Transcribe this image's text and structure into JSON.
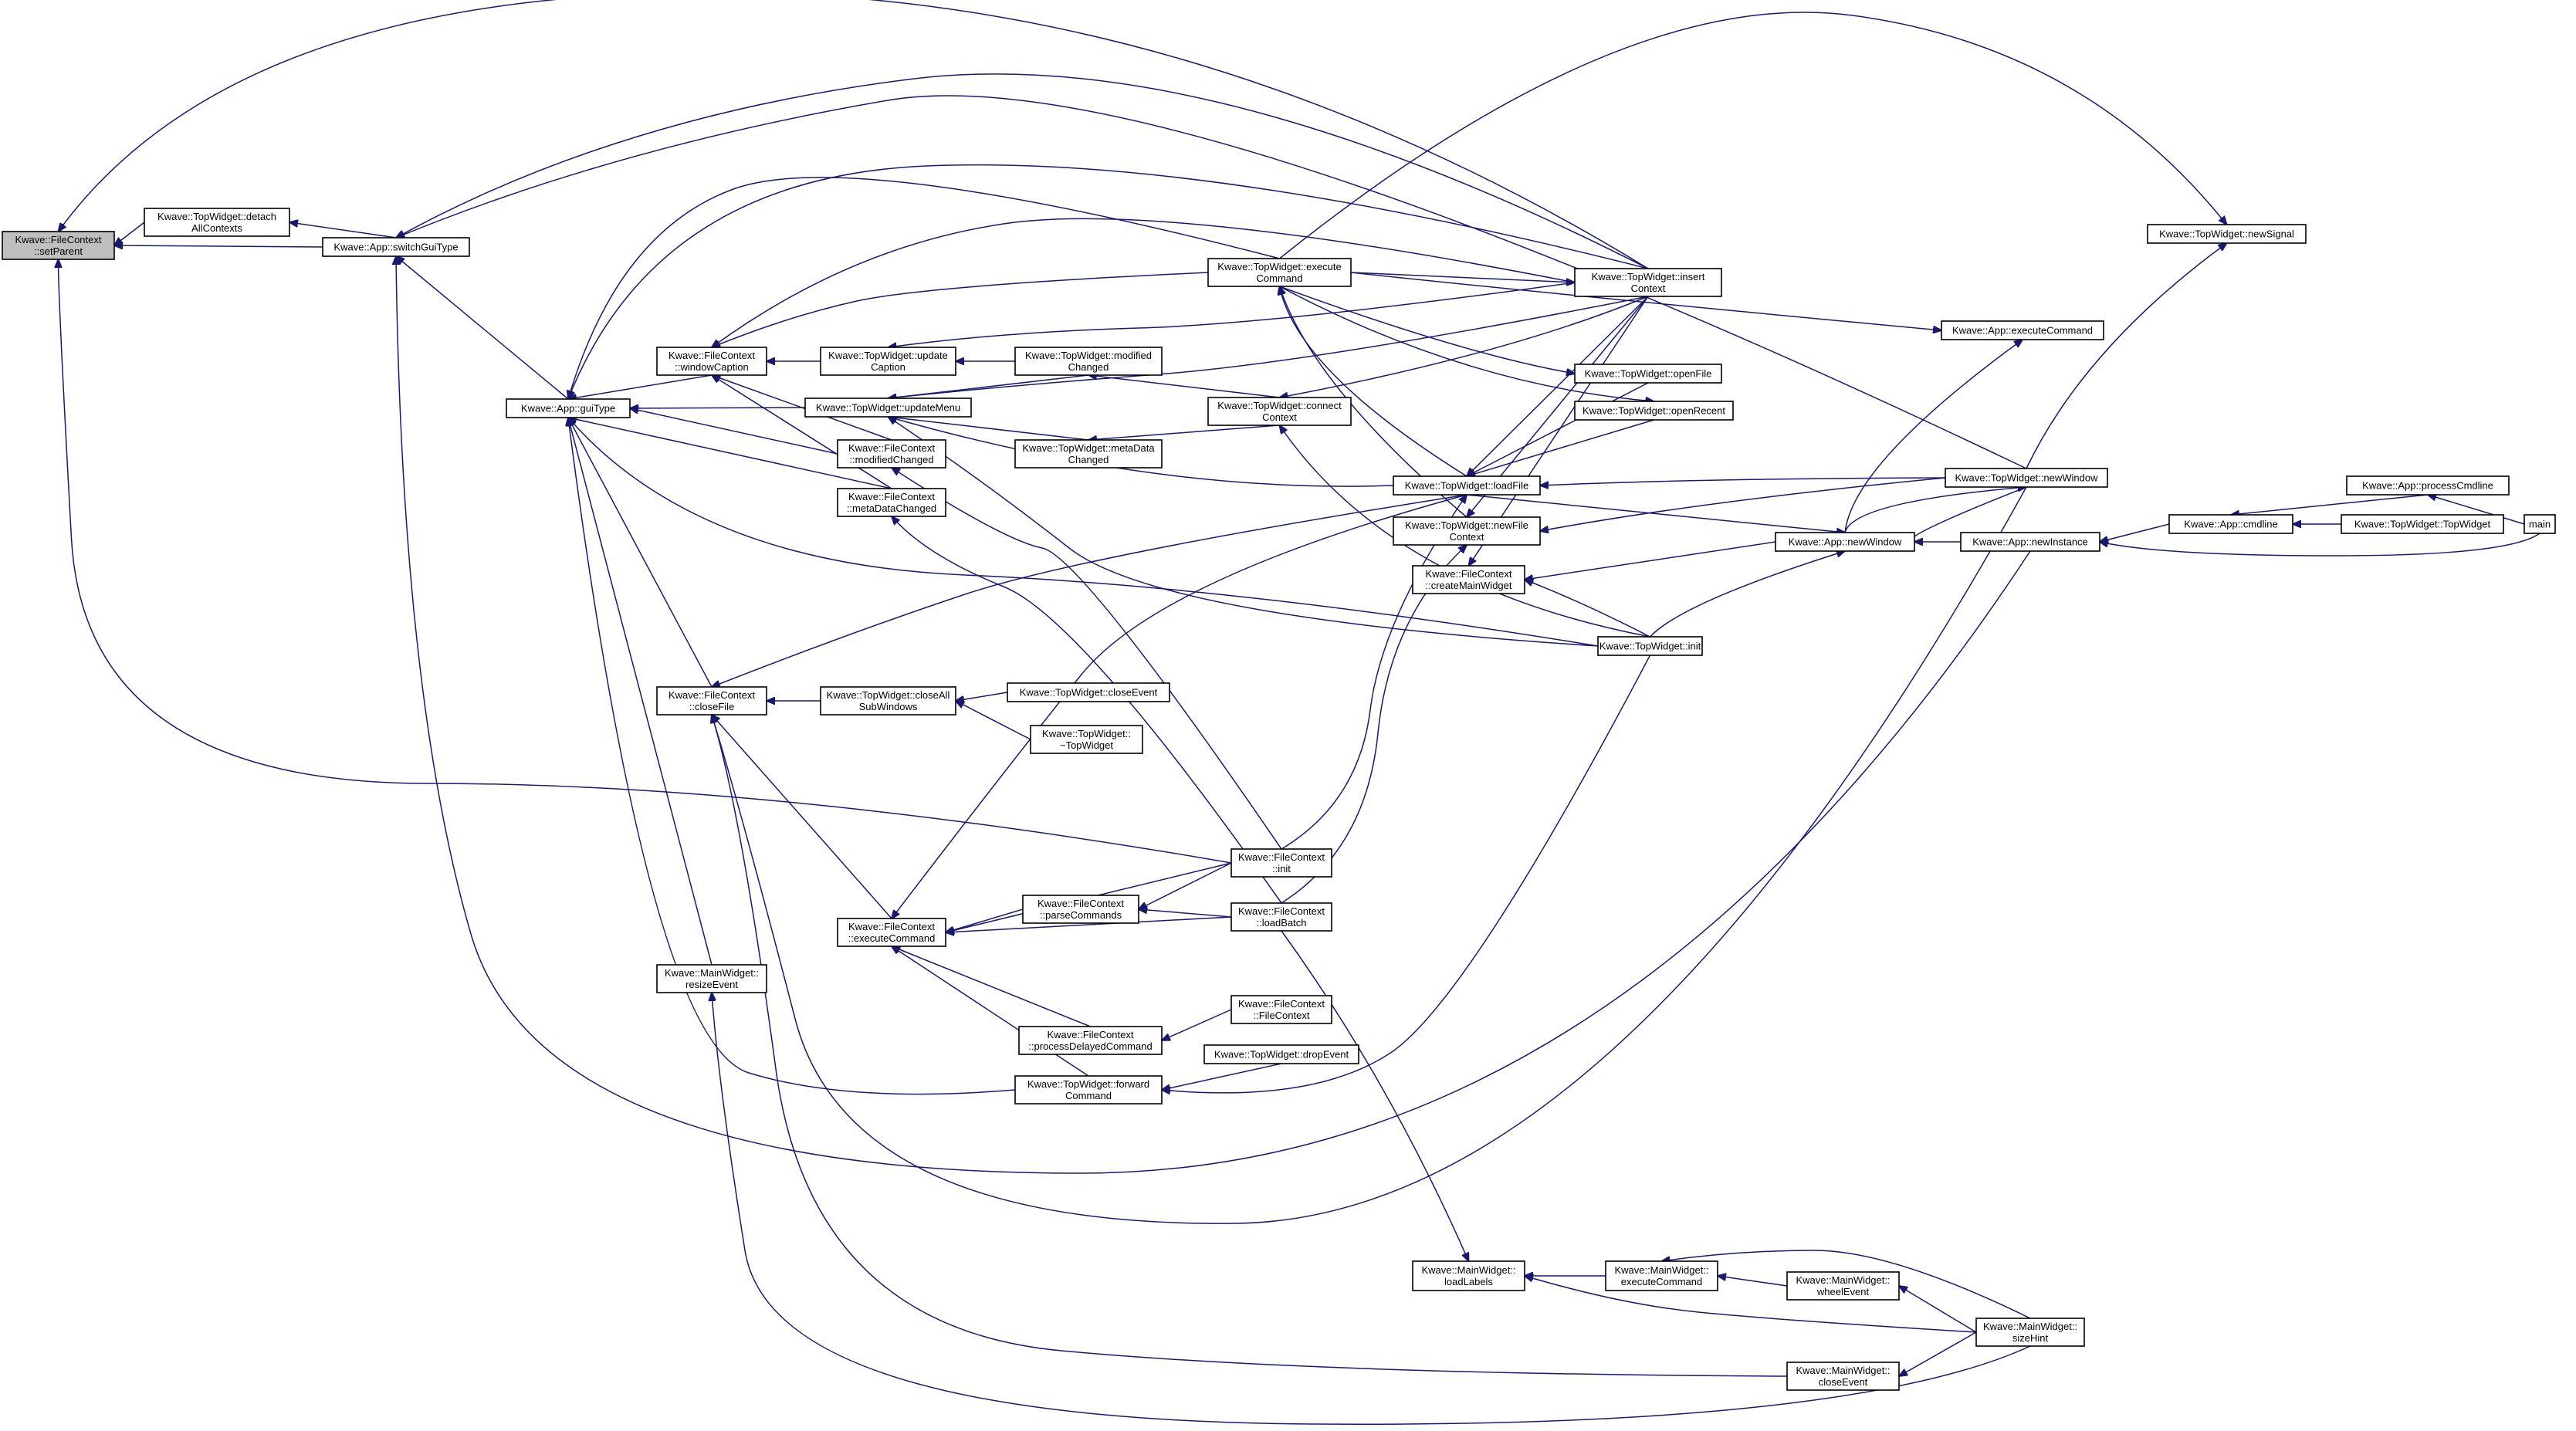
{
  "diagram": {
    "colors": {
      "edge": "#191970",
      "node_fill": "#ffffff",
      "root_fill": "#bfbfbf",
      "node_border": "#000000"
    },
    "nodes": [
      {
        "id": "setParent",
        "lines": [
          "Kwave::FileContext",
          "::setParent"
        ],
        "root": true
      },
      {
        "id": "detachAll",
        "lines": [
          "Kwave::TopWidget::detach",
          "AllContexts"
        ]
      },
      {
        "id": "switchGui",
        "lines": [
          "Kwave::App::switchGuiType"
        ]
      },
      {
        "id": "guiType",
        "lines": [
          "Kwave::App::guiType"
        ]
      },
      {
        "id": "windowCaption",
        "lines": [
          "Kwave::FileContext",
          "::windowCaption"
        ]
      },
      {
        "id": "closeFile",
        "lines": [
          "Kwave::FileContext",
          "::closeFile"
        ]
      },
      {
        "id": "resizeEvent",
        "lines": [
          "Kwave::MainWidget::",
          "resizeEvent"
        ]
      },
      {
        "id": "updateCaption",
        "lines": [
          "Kwave::TopWidget::update",
          "Caption"
        ]
      },
      {
        "id": "updateMenu",
        "lines": [
          "Kwave::TopWidget::updateMenu"
        ]
      },
      {
        "id": "fcModified",
        "lines": [
          "Kwave::FileContext",
          "::modifiedChanged"
        ]
      },
      {
        "id": "fcMetaData",
        "lines": [
          "Kwave::FileContext",
          "::metaDataChanged"
        ]
      },
      {
        "id": "closeAllSub",
        "lines": [
          "Kwave::TopWidget::closeAll",
          "SubWindows"
        ]
      },
      {
        "id": "execCmdFC",
        "lines": [
          "Kwave::FileContext",
          "::executeCommand"
        ]
      },
      {
        "id": "twModified",
        "lines": [
          "Kwave::TopWidget::modified",
          "Changed"
        ]
      },
      {
        "id": "twMetaData",
        "lines": [
          "Kwave::TopWidget::metaData",
          "Changed"
        ]
      },
      {
        "id": "twCloseEvent",
        "lines": [
          "Kwave::TopWidget::closeEvent"
        ]
      },
      {
        "id": "twDtor",
        "lines": [
          "Kwave::TopWidget::",
          "~TopWidget"
        ]
      },
      {
        "id": "parseCmds",
        "lines": [
          "Kwave::FileContext",
          "::parseCommands"
        ]
      },
      {
        "id": "procDelayed",
        "lines": [
          "Kwave::FileContext",
          "::processDelayedCommand"
        ]
      },
      {
        "id": "forwardCmd",
        "lines": [
          "Kwave::TopWidget::forward",
          "Command"
        ]
      },
      {
        "id": "twExecCmd",
        "lines": [
          "Kwave::TopWidget::execute",
          "Command"
        ]
      },
      {
        "id": "connectCtx",
        "lines": [
          "Kwave::TopWidget::connect",
          "Context"
        ]
      },
      {
        "id": "fcInit",
        "lines": [
          "Kwave::FileContext",
          "::init"
        ]
      },
      {
        "id": "loadBatch",
        "lines": [
          "Kwave::FileContext",
          "::loadBatch"
        ]
      },
      {
        "id": "fcCtor",
        "lines": [
          "Kwave::FileContext",
          "::FileContext"
        ]
      },
      {
        "id": "dropEvent",
        "lines": [
          "Kwave::TopWidget::dropEvent"
        ]
      },
      {
        "id": "loadFile",
        "lines": [
          "Kwave::TopWidget::loadFile"
        ]
      },
      {
        "id": "newFileCtx",
        "lines": [
          "Kwave::TopWidget::newFile",
          "Context"
        ]
      },
      {
        "id": "createMainW",
        "lines": [
          "Kwave::FileContext",
          "::createMainWidget"
        ]
      },
      {
        "id": "loadLabels",
        "lines": [
          "Kwave::MainWidget::",
          "loadLabels"
        ]
      },
      {
        "id": "insertCtx",
        "lines": [
          "Kwave::TopWidget::insert",
          "Context"
        ]
      },
      {
        "id": "openFile",
        "lines": [
          "Kwave::TopWidget::openFile"
        ]
      },
      {
        "id": "openRecent",
        "lines": [
          "Kwave::TopWidget::openRecent"
        ]
      },
      {
        "id": "twInit",
        "lines": [
          "Kwave::TopWidget::init"
        ]
      },
      {
        "id": "mwExecCmd",
        "lines": [
          "Kwave::MainWidget::",
          "executeCommand"
        ]
      },
      {
        "id": "wheelEvent",
        "lines": [
          "Kwave::MainWidget::",
          "wheelEvent"
        ]
      },
      {
        "id": "mwCloseEvent",
        "lines": [
          "Kwave::MainWidget::",
          "closeEvent"
        ]
      },
      {
        "id": "appExecCmd",
        "lines": [
          "Kwave::App::executeCommand"
        ]
      },
      {
        "id": "appNewWindow",
        "lines": [
          "Kwave::App::newWindow"
        ]
      },
      {
        "id": "twNewWindow",
        "lines": [
          "Kwave::TopWidget::newWindow"
        ]
      },
      {
        "id": "newSignal",
        "lines": [
          "Kwave::TopWidget::newSignal"
        ]
      },
      {
        "id": "newInstance",
        "lines": [
          "Kwave::App::newInstance"
        ]
      },
      {
        "id": "sizeHint",
        "lines": [
          "Kwave::MainWidget::",
          "sizeHint"
        ]
      },
      {
        "id": "cmdline",
        "lines": [
          "Kwave::App::cmdline"
        ]
      },
      {
        "id": "processCmdline",
        "lines": [
          "Kwave::App::processCmdline"
        ]
      },
      {
        "id": "twCtor",
        "lines": [
          "Kwave::TopWidget::TopWidget"
        ]
      },
      {
        "id": "main",
        "lines": [
          "main"
        ]
      }
    ],
    "edges": [
      [
        "detachAll",
        "setParent"
      ],
      [
        "switchGui",
        "setParent"
      ],
      [
        "fcInit",
        "setParent"
      ],
      [
        "insertCtx",
        "setParent"
      ],
      [
        "switchGui",
        "detachAll"
      ],
      [
        "guiType",
        "switchGui"
      ],
      [
        "newInstance",
        "switchGui"
      ],
      [
        "insertCtx",
        "switchGui"
      ],
      [
        "twNewWindow",
        "switchGui"
      ],
      [
        "windowCaption",
        "guiType"
      ],
      [
        "closeFile",
        "guiType"
      ],
      [
        "resizeEvent",
        "guiType"
      ],
      [
        "updateMenu",
        "guiType"
      ],
      [
        "fcModified",
        "guiType"
      ],
      [
        "fcMetaData",
        "guiType"
      ],
      [
        "twExecCmd",
        "guiType"
      ],
      [
        "insertCtx",
        "guiType"
      ],
      [
        "twInit",
        "guiType"
      ],
      [
        "forwardCmd",
        "guiType"
      ],
      [
        "updateCaption",
        "windowCaption"
      ],
      [
        "twExecCmd",
        "windowCaption"
      ],
      [
        "insertCtx",
        "windowCaption"
      ],
      [
        "fcModified",
        "windowCaption"
      ],
      [
        "fcMetaData",
        "windowCaption"
      ],
      [
        "twModified",
        "updateCaption"
      ],
      [
        "insertCtx",
        "updateCaption"
      ],
      [
        "twModified",
        "updateMenu"
      ],
      [
        "twMetaData",
        "updateMenu"
      ],
      [
        "insertCtx",
        "updateMenu"
      ],
      [
        "loadFile",
        "updateMenu"
      ],
      [
        "twInit",
        "updateMenu"
      ],
      [
        "fcInit",
        "fcModified"
      ],
      [
        "loadBatch",
        "fcMetaData"
      ],
      [
        "connectCtx",
        "twModified"
      ],
      [
        "connectCtx",
        "twMetaData"
      ],
      [
        "closeAllSub",
        "closeFile"
      ],
      [
        "loadFile",
        "closeFile"
      ],
      [
        "mwCloseEvent",
        "closeFile"
      ],
      [
        "twNewWindow",
        "closeFile"
      ],
      [
        "execCmdFC",
        "closeFile"
      ],
      [
        "twCloseEvent",
        "closeAllSub"
      ],
      [
        "twDtor",
        "closeAllSub"
      ],
      [
        "fcInit",
        "execCmdFC"
      ],
      [
        "parseCmds",
        "execCmdFC"
      ],
      [
        "loadBatch",
        "execCmdFC"
      ],
      [
        "procDelayed",
        "execCmdFC"
      ],
      [
        "forwardCmd",
        "execCmdFC"
      ],
      [
        "loadFile",
        "execCmdFC"
      ],
      [
        "fcInit",
        "parseCmds"
      ],
      [
        "loadBatch",
        "parseCmds"
      ],
      [
        "fcCtor",
        "procDelayed"
      ],
      [
        "dropEvent",
        "forwardCmd"
      ],
      [
        "twInit",
        "forwardCmd"
      ],
      [
        "loadFile",
        "twExecCmd"
      ],
      [
        "newFileCtx",
        "twExecCmd"
      ],
      [
        "insertCtx",
        "connectCtx"
      ],
      [
        "twInit",
        "connectCtx"
      ],
      [
        "fcInit",
        "loadFile"
      ],
      [
        "twNewWindow",
        "loadFile"
      ],
      [
        "openFile",
        "loadFile"
      ],
      [
        "openRecent",
        "loadFile"
      ],
      [
        "insertCtx",
        "loadFile"
      ],
      [
        "loadBatch",
        "newFileCtx"
      ],
      [
        "twNewWindow",
        "newFileCtx"
      ],
      [
        "insertCtx",
        "newFileCtx"
      ],
      [
        "appNewWindow",
        "createMainW"
      ],
      [
        "twInit",
        "createMainW"
      ],
      [
        "insertCtx",
        "createMainW"
      ],
      [
        "mwExecCmd",
        "loadLabels"
      ],
      [
        "sizeHint",
        "loadLabels"
      ],
      [
        "loadBatch",
        "loadLabels"
      ],
      [
        "twExecCmd",
        "insertCtx"
      ],
      [
        "twExecCmd",
        "openFile"
      ],
      [
        "twExecCmd",
        "openRecent"
      ],
      [
        "appNewWindow",
        "twNewWindow"
      ],
      [
        "twNewWindow",
        "appNewWindow"
      ],
      [
        "newInstance",
        "appNewWindow"
      ],
      [
        "loadFile",
        "appNewWindow"
      ],
      [
        "twInit",
        "appNewWindow"
      ],
      [
        "twExecCmd",
        "appExecCmd"
      ],
      [
        "appNewWindow",
        "appExecCmd"
      ],
      [
        "twNewWindow",
        "newSignal"
      ],
      [
        "twExecCmd",
        "newSignal"
      ],
      [
        "cmdline",
        "newInstance"
      ],
      [
        "main",
        "newInstance"
      ],
      [
        "processCmdline",
        "cmdline"
      ],
      [
        "twCtor",
        "cmdline"
      ],
      [
        "main",
        "processCmdline"
      ],
      [
        "wheelEvent",
        "mwExecCmd"
      ],
      [
        "sizeHint",
        "mwExecCmd"
      ],
      [
        "sizeHint",
        "wheelEvent"
      ],
      [
        "sizeHint",
        "mwCloseEvent"
      ],
      [
        "sizeHint",
        "resizeEvent"
      ]
    ]
  }
}
